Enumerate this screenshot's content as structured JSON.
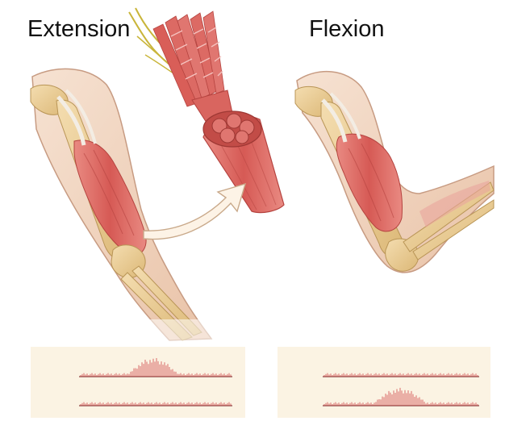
{
  "labels": {
    "extension": "Extension",
    "flexion": "Flexion"
  },
  "colors": {
    "skin": "#f3d9c4",
    "skin_edge": "#b88a72",
    "muscle": "#d9655f",
    "muscle_dark": "#b5433f",
    "bone": "#e9c98e",
    "bone_edge": "#b99556",
    "nerve": "#c9b53a",
    "emg_panel": "#fbf3e3",
    "emg_trace": "#d04a4a",
    "arrow_fill": "#fdf3e6"
  },
  "icons": [
    "muscle-fiber-bundle",
    "curved-arrow"
  ],
  "emg": {
    "extension": {
      "top_burst_level": 0.9,
      "bottom_burst_level": 0.0
    },
    "flexion": {
      "top_burst_level": 0.0,
      "bottom_burst_level": 0.85
    }
  }
}
